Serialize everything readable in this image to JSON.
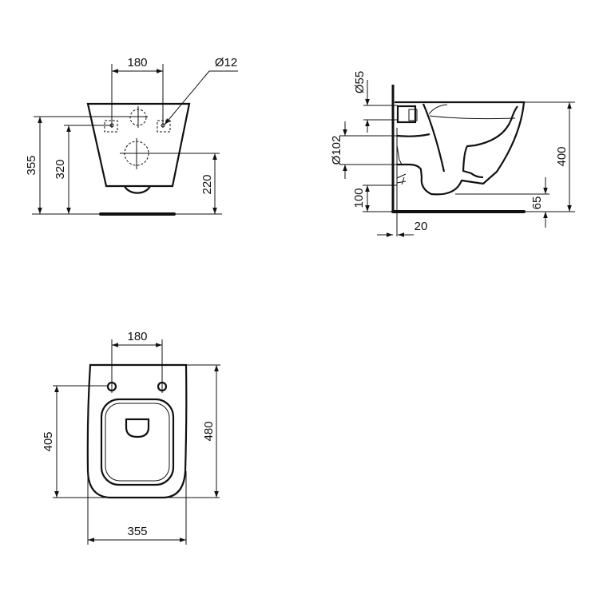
{
  "drawing": {
    "title": "Wall-hung WC technical drawing",
    "views": {
      "front": {
        "dims": {
          "fixing_spacing": "180",
          "fixing_hole": "Ø12",
          "height_top": "355",
          "height_fixing": "320",
          "height_waste": "220"
        }
      },
      "side": {
        "dims": {
          "inlet_diameter": "Ø55",
          "outlet_diameter": "Ø102",
          "outlet_height": "100",
          "total_height": "400",
          "bowl_clearance": "65",
          "wall_gap": "20"
        }
      },
      "top": {
        "dims": {
          "fixing_spacing": "180",
          "fixing_to_front": "405",
          "total_length": "480",
          "width": "355"
        }
      }
    },
    "colors": {
      "line": "#111111",
      "background": "#ffffff"
    }
  }
}
